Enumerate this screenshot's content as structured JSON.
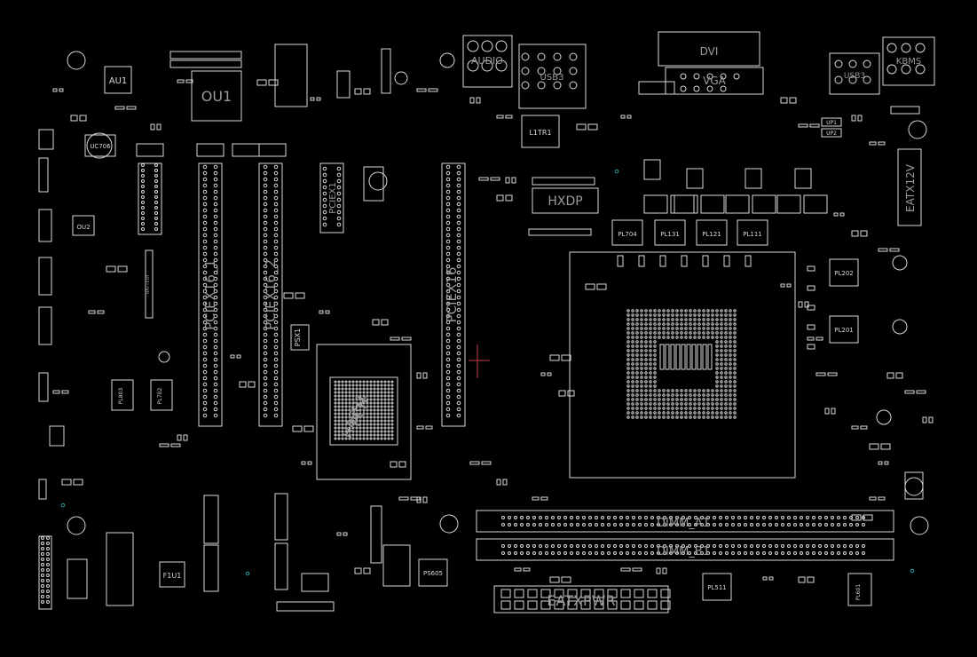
{
  "app": {
    "background": "#000000",
    "line_color": "#d8d8d8",
    "dim_color": "#9a9a9a",
    "accent": "#c0404a",
    "marker_color": "#1fa0a0"
  },
  "labels": {
    "au1": "AU1",
    "ou1": "OU1",
    "ou2": "OU2",
    "uc706": "UC706",
    "audio": "AUDIO",
    "usb": "USB3",
    "l1tr1": "L1TR1",
    "dvi": "DVI",
    "vga": "VGA",
    "usb2": "USB3",
    "kbms": "KBMS",
    "eatx12v": "EATX12V",
    "hxdp": "HXDP",
    "pl704": "PL704",
    "pl131": "PL131",
    "pl121": "PL121",
    "pl111": "PL111",
    "pl202": "PL202",
    "pl201": "PL201",
    "pciex16_1": "PCIEX16_1",
    "pciex16_2": "PCIEX16_2",
    "pciex16_3": "PCIEX16",
    "pciex1": "PCIEX1",
    "pch_title": "PCH",
    "pch_sub": "HASH1",
    "psx1": "PSX1",
    "dimm_a1": "DIMM_A1",
    "dimm_b1": "DIMM_B1",
    "eatxpwr": "EATXPWR",
    "ps605": "PS605",
    "pl511": "PL511",
    "pl601": "PL601",
    "f1u1": "F1U1",
    "up1": "UP1",
    "up2": "UP2",
    "battery": "BATTERY",
    "pl803": "PL803",
    "pl702": "PL702"
  }
}
